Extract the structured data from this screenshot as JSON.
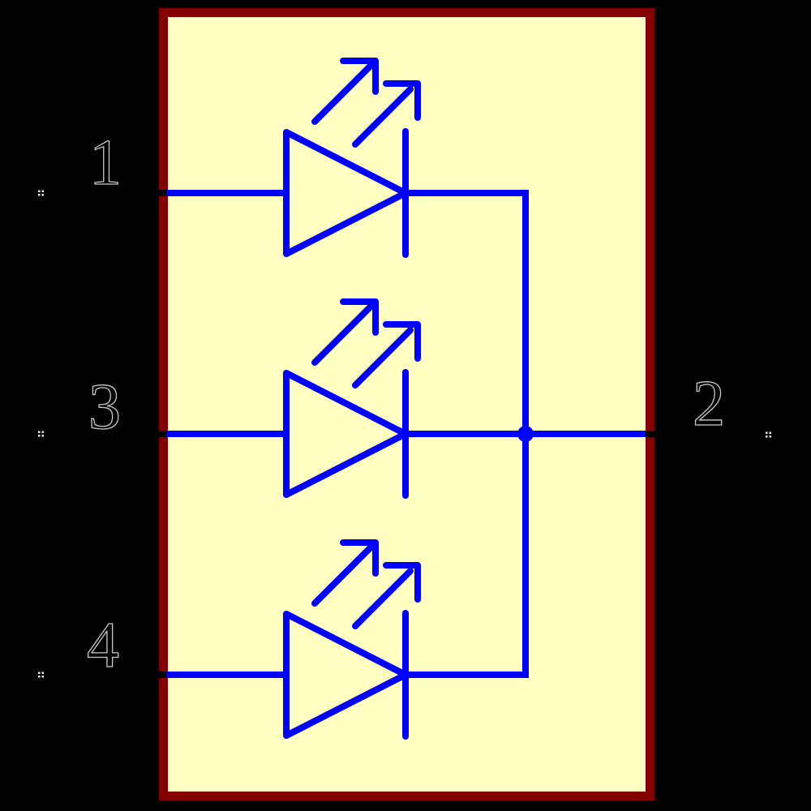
{
  "diagram": {
    "title": "LED array schematic symbol",
    "type": "schematic-symbol",
    "description": "Three LEDs in parallel inside a rectangular symbol body; anodes wired to left pins 1, 3, 4; cathodes joined by a vertical bus with a junction dot leading to right pin 2.",
    "pins": [
      {
        "number": "1",
        "side": "left",
        "row": "top"
      },
      {
        "number": "3",
        "side": "left",
        "row": "middle"
      },
      {
        "number": "4",
        "side": "left",
        "row": "bottom"
      },
      {
        "number": "2",
        "side": "right",
        "row": "middle"
      }
    ],
    "components": [
      {
        "ref": "led-1",
        "type": "LED",
        "row": "top"
      },
      {
        "ref": "led-2",
        "type": "LED",
        "row": "middle"
      },
      {
        "ref": "led-3",
        "type": "LED",
        "row": "bottom"
      }
    ],
    "colors": {
      "background": "#000000",
      "body_fill": "#FFFFC2",
      "body_outline": "#840000",
      "wire": "#0000FF",
      "pin_stub": "#000000",
      "pin_number_fill": "#000000",
      "pin_number_outline": "#C8C8C8",
      "pin_marker": "#E8E8E8"
    }
  }
}
